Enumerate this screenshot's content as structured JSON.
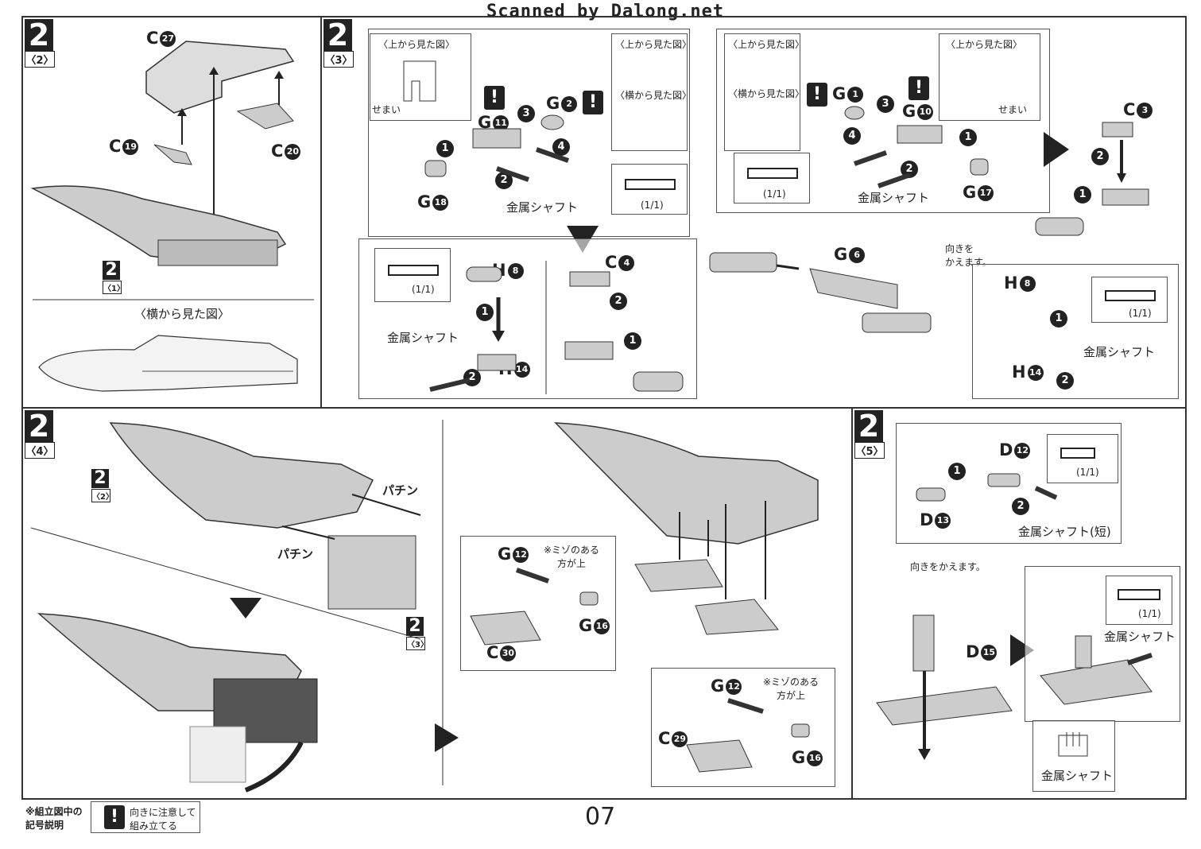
{
  "header": {
    "watermark": "Scanned by Dalong.net"
  },
  "page_number": "07",
  "panel_2_2": {
    "step": "2",
    "sub": "〈2〉",
    "parts": {
      "c27": "C",
      "c27_num": "27",
      "c19": "C",
      "c19_num": "19",
      "c20": "C",
      "c20_num": "20"
    },
    "ref_step": "2",
    "ref_sub": "〈1〉",
    "side_view": "〈横から見た図〉"
  },
  "panel_2_3": {
    "step": "2",
    "sub": "〈3〉",
    "top_view_1": "〈上から見た図〉",
    "narrow_1": "せまい",
    "top_view_2": "〈上から見た図〉",
    "side_view_2": "〈横から見た図〉",
    "parts_left": {
      "g11": "G",
      "g11_num": "11",
      "g2": "G",
      "g2_num": "2",
      "g18": "G",
      "g18_num": "18"
    },
    "metal_shaft": "金属シャフト",
    "count": "(1/1)",
    "h8": "H",
    "h8_num": "8",
    "h14": "H",
    "h14_num": "14",
    "c4": "C",
    "c4_num": "4",
    "top_view_3": "〈上から見た図〉",
    "side_view_3": "〈横から見た図〉",
    "top_view_4": "〈上から見た図〉",
    "narrow_2": "せまい",
    "g1": "G",
    "g1_num": "1",
    "g10": "G",
    "g10_num": "10",
    "g17": "G",
    "g17_num": "17",
    "c3": "C",
    "c3_num": "3",
    "g6": "G",
    "g6_num": "6",
    "flip": "向きを\nかえます。",
    "h8b": "H",
    "h8b_num": "8",
    "h14b": "H",
    "h14b_num": "14"
  },
  "panel_2_4": {
    "step": "2",
    "sub": "〈4〉",
    "ref_top": "2",
    "ref_top_sub": "〈2〉",
    "ref_mid": "2",
    "ref_mid_sub": "〈3〉",
    "snap": "パチン",
    "g12": "G",
    "g12_num": "12",
    "g16": "G",
    "g16_num": "16",
    "c30": "C",
    "c30_num": "30",
    "c29": "C",
    "c29_num": "29",
    "groove_note": "※ミゾのある\n方が上"
  },
  "panel_2_5": {
    "step": "2",
    "sub": "〈5〉",
    "d12": "D",
    "d12_num": "12",
    "d13": "D",
    "d13_num": "13",
    "d15": "D",
    "d15_num": "15",
    "metal_shaft_short": "金属シャフト(短)",
    "flip": "向きをかえます。",
    "metal_shaft": "金属シャフト",
    "count": "(1/1)"
  },
  "legend": {
    "title": "※組立図中の\n記号説明",
    "icon": "!",
    "text": "向きに注意して\n組み立てる"
  }
}
